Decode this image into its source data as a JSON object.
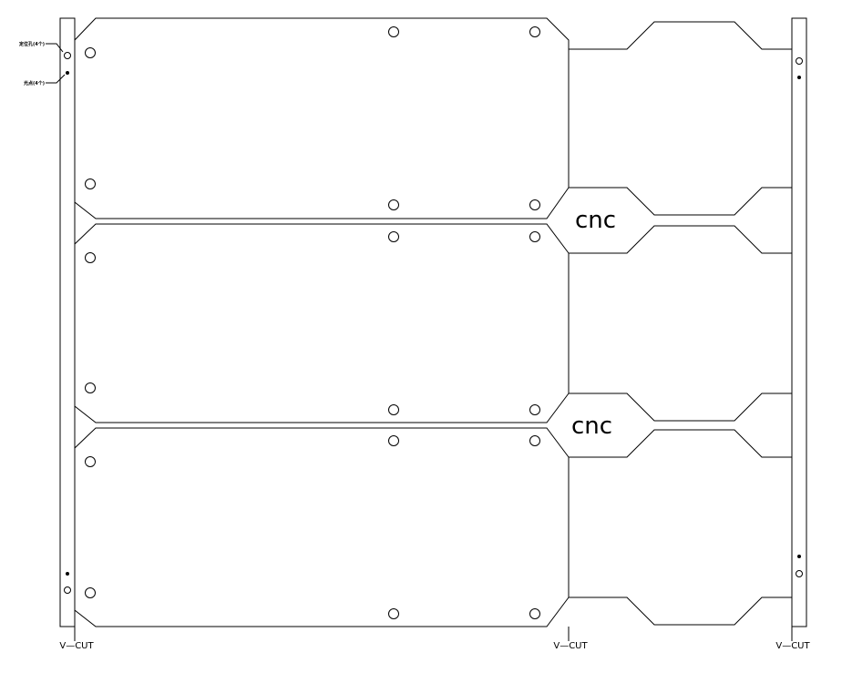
{
  "labels": {
    "vcut": "V—CUT",
    "cnc": "cnc",
    "note_holes": "定位孔(4个)",
    "note_marks": "光点(4个)"
  }
}
